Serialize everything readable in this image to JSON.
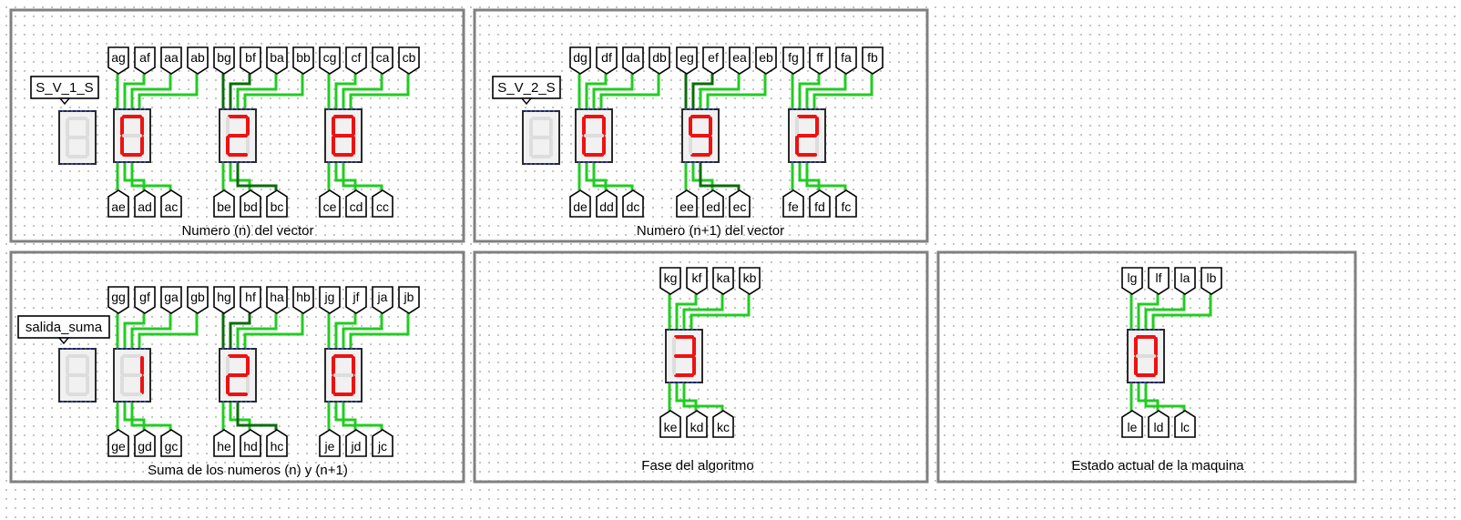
{
  "colors": {
    "panel_border": "#808080",
    "wire_light": "#22cc22",
    "wire_dark": "#0b6b0b",
    "segment_on": "#ee1111",
    "segment_off": "#dddddd",
    "display_bg": "#f1f1f1",
    "display_border": "#2a2a2a"
  },
  "panels": [
    {
      "title": "Numero (n) del vector",
      "tunnel": {
        "label": "S_V_1_S"
      },
      "digits": [
        {
          "value": "0",
          "top": [
            "ag",
            "af",
            "aa",
            "ab"
          ],
          "bottom": [
            "ae",
            "ad",
            "ac"
          ]
        },
        {
          "value": "2",
          "top": [
            "bg",
            "bf",
            "ba",
            "bb"
          ],
          "bottom": [
            "be",
            "bd",
            "bc"
          ]
        },
        {
          "value": "8",
          "top": [
            "cg",
            "cf",
            "ca",
            "cb"
          ],
          "bottom": [
            "ce",
            "cd",
            "cc"
          ]
        }
      ]
    },
    {
      "title": "Numero (n+1) del vector",
      "tunnel": {
        "label": "S_V_2_S"
      },
      "digits": [
        {
          "value": "0",
          "top": [
            "dg",
            "df",
            "da",
            "db"
          ],
          "bottom": [
            "de",
            "dd",
            "dc"
          ]
        },
        {
          "value": "9",
          "top": [
            "eg",
            "ef",
            "ea",
            "eb"
          ],
          "bottom": [
            "ee",
            "ed",
            "ec"
          ]
        },
        {
          "value": "2",
          "top": [
            "fg",
            "ff",
            "fa",
            "fb"
          ],
          "bottom": [
            "fe",
            "fd",
            "fc"
          ]
        }
      ]
    },
    {
      "title": "Suma de los numeros (n) y (n+1)",
      "tunnel": {
        "label": "salida_suma"
      },
      "digits": [
        {
          "value": "1",
          "top": [
            "gg",
            "gf",
            "ga",
            "gb"
          ],
          "bottom": [
            "ge",
            "gd",
            "gc"
          ]
        },
        {
          "value": "2",
          "top": [
            "hg",
            "hf",
            "ha",
            "hb"
          ],
          "bottom": [
            "he",
            "hd",
            "hc"
          ]
        },
        {
          "value": "0",
          "top": [
            "jg",
            "jf",
            "ja",
            "jb"
          ],
          "bottom": [
            "je",
            "jd",
            "jc"
          ]
        }
      ]
    },
    {
      "title": "Fase del algoritmo",
      "digits": [
        {
          "value": "3",
          "top": [
            "kg",
            "kf",
            "ka",
            "kb"
          ],
          "bottom": [
            "ke",
            "kd",
            "kc"
          ]
        }
      ]
    },
    {
      "title": "Estado actual de la maquina",
      "digits": [
        {
          "value": "0",
          "top": [
            "lg",
            "lf",
            "la",
            "lb"
          ],
          "bottom": [
            "le",
            "ld",
            "lc"
          ]
        }
      ]
    }
  ]
}
